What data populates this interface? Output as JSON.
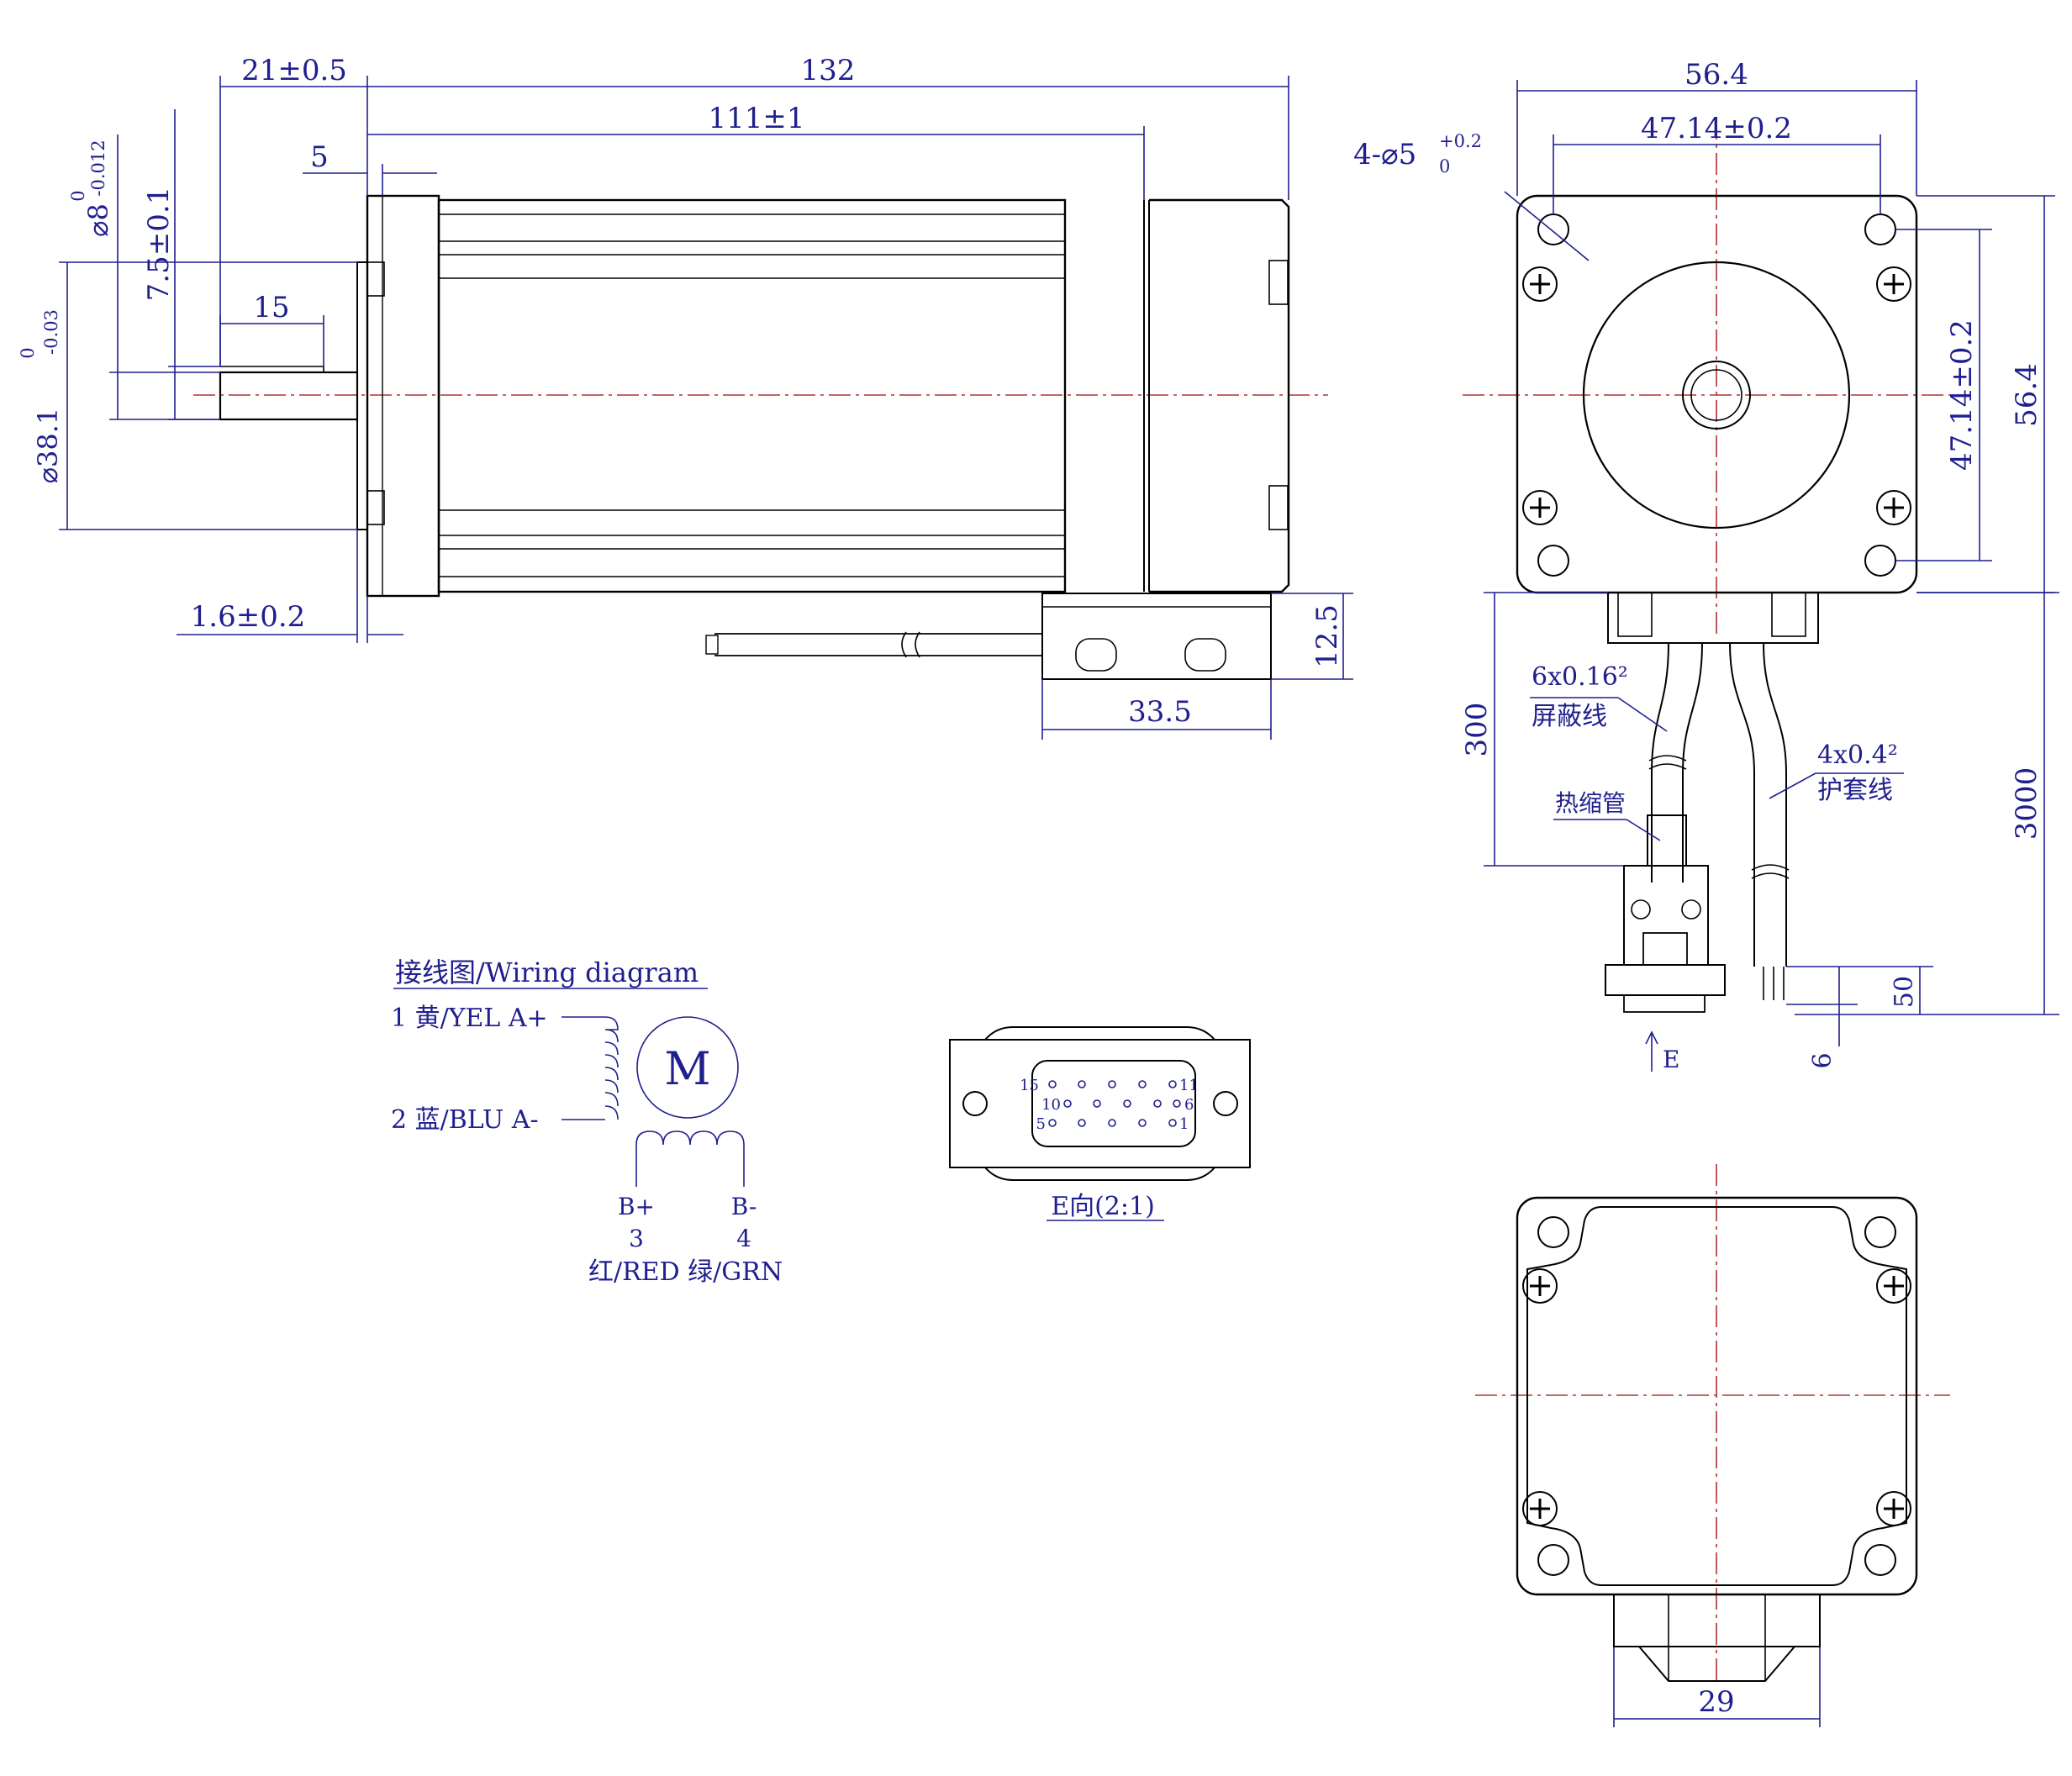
{
  "colors": {
    "outline": "#000000",
    "dimension": "#1f1f8f",
    "centerline": "#b03030",
    "background": "#ffffff"
  },
  "side_view": {
    "dims": {
      "shaft_offset": "21±0.5",
      "overall_length": "132",
      "body_length": "111±1",
      "pilot_step": "5",
      "shaft_flat_length": "15",
      "flat_height": "7.5±0.1",
      "shaft_diameter": "⌀8",
      "shaft_tol_upper": "0",
      "shaft_tol_lower": "-0.012",
      "pilot_diameter": "⌀38.1",
      "pilot_tol_upper": "0",
      "pilot_tol_lower": "-0.03",
      "pilot_thickness": "1.6±0.2",
      "connector_height": "12.5",
      "connector_width": "33.5"
    }
  },
  "front_view": {
    "dims": {
      "flange_width": "56.4",
      "hole_spacing_h": "47.14±0.2",
      "hole_spacing_v": "47.14±0.2",
      "flange_height": "56.4",
      "holes_prefix": "4-⌀5",
      "holes_tol_upper": "+0.2",
      "holes_tol_lower": "0",
      "cable_short_length": "300",
      "cable_total_length": "3000",
      "strip_length": "50",
      "strip_tip": "6"
    },
    "cable_labels": {
      "shielded_spec": "6x0.16²",
      "shielded_name": "屏蔽线",
      "sheathed_spec": "4x0.4²",
      "sheathed_name": "护套线",
      "heat_shrink": "热缩管",
      "view_arrow": "E"
    }
  },
  "rear_view": {
    "dims": {
      "connector_width": "29"
    }
  },
  "wiring": {
    "title": "接线图/Wiring diagram",
    "motor_letter": "M",
    "line1": "1 黄/YEL  A+",
    "line2": "2 蓝/BLU  A-",
    "b_plus": "B+",
    "b_minus": "B-",
    "b_plus_no": "3",
    "b_minus_no": "4",
    "colors_line": "红/RED  绿/GRN"
  },
  "connector_view": {
    "caption": "E向(2:1)",
    "pin_15": "15",
    "pin_11": "11",
    "pin_10": "10",
    "pin_6": "6",
    "pin_5": "5",
    "pin_1": "1"
  }
}
